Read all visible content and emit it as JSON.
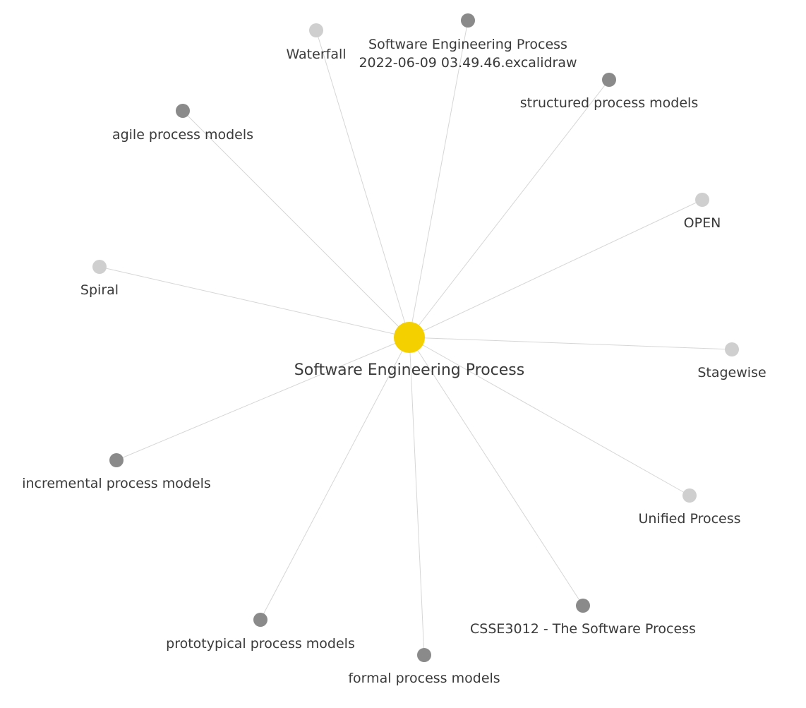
{
  "graph": {
    "center": {
      "label": "Software Engineering Process",
      "color": "#f5d000"
    },
    "colors": {
      "resolved_node": "#8a8a8a",
      "unresolved_node": "#cfcfcf",
      "edge": "#d6d6d6",
      "label": "#3a3a3a"
    },
    "nodes": [
      {
        "label": "Waterfall",
        "kind": "unresolved"
      },
      {
        "label": "Software Engineering Process",
        "label_line2": "2022-06-09 03.49.46.excalidraw",
        "kind": "resolved"
      },
      {
        "label": "structured process models",
        "kind": "resolved"
      },
      {
        "label": "agile process models",
        "kind": "resolved"
      },
      {
        "label": "OPEN",
        "kind": "unresolved"
      },
      {
        "label": "Spiral",
        "kind": "unresolved"
      },
      {
        "label": "Stagewise",
        "kind": "unresolved"
      },
      {
        "label": "incremental process models",
        "kind": "resolved"
      },
      {
        "label": "Unified Process",
        "kind": "unresolved"
      },
      {
        "label": "CSSE3012 - The Software Process",
        "kind": "resolved"
      },
      {
        "label": "prototypical process models",
        "kind": "resolved"
      },
      {
        "label": "formal process models",
        "kind": "resolved"
      }
    ]
  }
}
